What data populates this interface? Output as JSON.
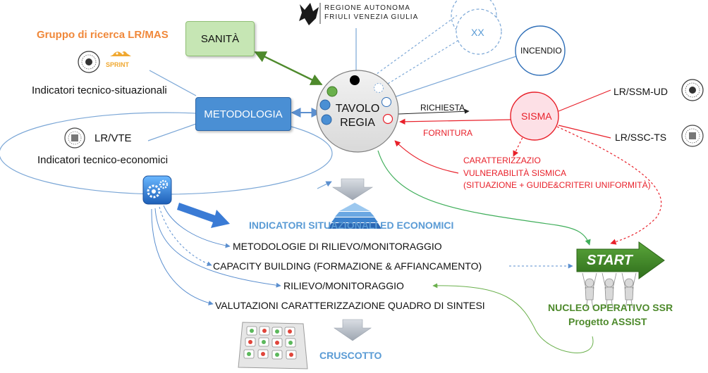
{
  "header": {
    "region_name_line1": "REGIONE AUTONOMA",
    "region_name_line2": "FRIULI VENEZIA GIULIA"
  },
  "left": {
    "group_title": "Gruppo di ricerca LR/MAS",
    "sprint_label": "SPRINT",
    "tech_situational": "Indicatori tecnico-situazionali",
    "lrvte": "LR/VTE",
    "tech_economic": "Indicatori tecnico-economici"
  },
  "nodes": {
    "sanita": "SANITÀ",
    "metodologia": "METODOLOGIA",
    "tavolo_line1": "TAVOLO",
    "tavolo_line2": "REGIA",
    "xx": "XX",
    "incendio": "INCENDIO",
    "sisma": "SISMA",
    "lr_ssm_ud": "LR/SSM-UD",
    "lr_ssc_ts": "LR/SSC-TS"
  },
  "flows": {
    "richiesta": "RICHIESTA",
    "fornitura": "FORNITURA",
    "caratt_line1": "CARATTERIZZAZIO",
    "caratt_line2": "VULNERABILITÀ SISMICA",
    "caratt_line3": "(SITUAZIONE + GUIDE&CRITERI UNIFORMITÀ)"
  },
  "center": {
    "indicatori_title": "INDICATORI SITUAZIONALI ED ECONOMICI",
    "items": [
      "METODOLOGIE DI RILIEVO/MONITORAGGIO",
      "CAPACITY BUILDING (FORMAZIONE & AFFIANCAMENTO)",
      "RILIEVO/MONITORAGGIO",
      "VALUTAZIONI CARATTERIZZAZIONE QUADRO DI SINTESI"
    ],
    "cruscotto": "CRUSCOTTO"
  },
  "right": {
    "start_label": "START",
    "nucleo_line1": "NUCLEO OPERATIVO SSR",
    "nucleo_line2": "Progetto ASSIST"
  },
  "colors": {
    "orange": "#f0883a",
    "blue_box": "#4a8fd4",
    "green_box": "#c6e6b4",
    "red": "#e8202a",
    "green_dark": "#4e8a2c",
    "blue_text": "#5a9bd5",
    "line_blue": "#7aa6d6"
  }
}
